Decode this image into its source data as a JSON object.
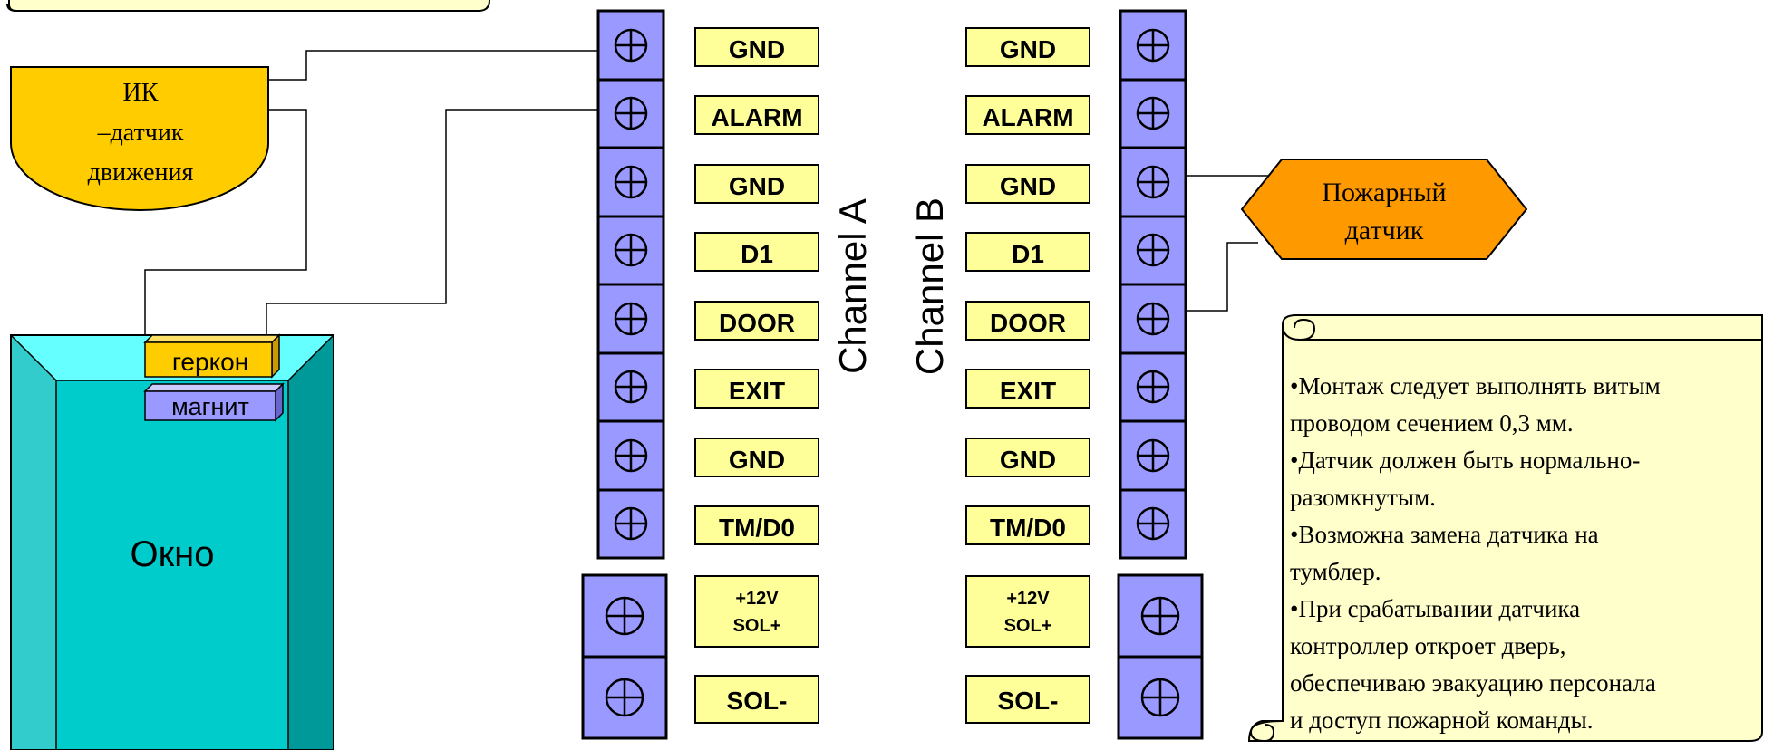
{
  "ir_sensor": {
    "line1": "ИК",
    "line2": "–датчик",
    "line3": "движения"
  },
  "window": {
    "label": "Окно",
    "reed_label": "геркон",
    "magnet_label": "магнит"
  },
  "fire_sensor": {
    "line1": "Пожарный",
    "line2": "датчик"
  },
  "channel_a": {
    "title": "Channel A",
    "labels": [
      "GND",
      "ALARM",
      "GND",
      "D1",
      "DOOR",
      "EXIT",
      "GND",
      "TM/D0"
    ],
    "power_labels": [
      [
        "+12V",
        "SOL+"
      ],
      [
        "SOL-"
      ]
    ]
  },
  "channel_b": {
    "title": "Channel B",
    "labels": [
      "GND",
      "ALARM",
      "GND",
      "D1",
      "DOOR",
      "EXIT",
      "GND",
      "TM/D0"
    ],
    "power_labels": [
      [
        "+12V",
        "SOL+"
      ],
      [
        "SOL-"
      ]
    ]
  },
  "note": {
    "lines": [
      "•Монтаж следует выполнять витым",
      "проводом сечением 0,3 мм.",
      "•Датчик должен быть нормально-",
      "разомкнутым.",
      "•Возможна замена датчика на",
      "тумблер.",
      "•При срабатывании датчика",
      "контроллер откроет дверь,",
      "обеспечиваю эвакуацию персонала",
      "и доступ пожарной команды."
    ]
  },
  "colors": {
    "terminal": "#9999ff",
    "label_box": "#ffff99",
    "ir_sensor": "#ffcc00",
    "fire_sensor": "#ff9900",
    "window_frame": "#33cccc",
    "window_face": "#00cccc",
    "reed": "#ffcc00",
    "magnet": "#9999ff",
    "scroll": "#ffffcc"
  }
}
